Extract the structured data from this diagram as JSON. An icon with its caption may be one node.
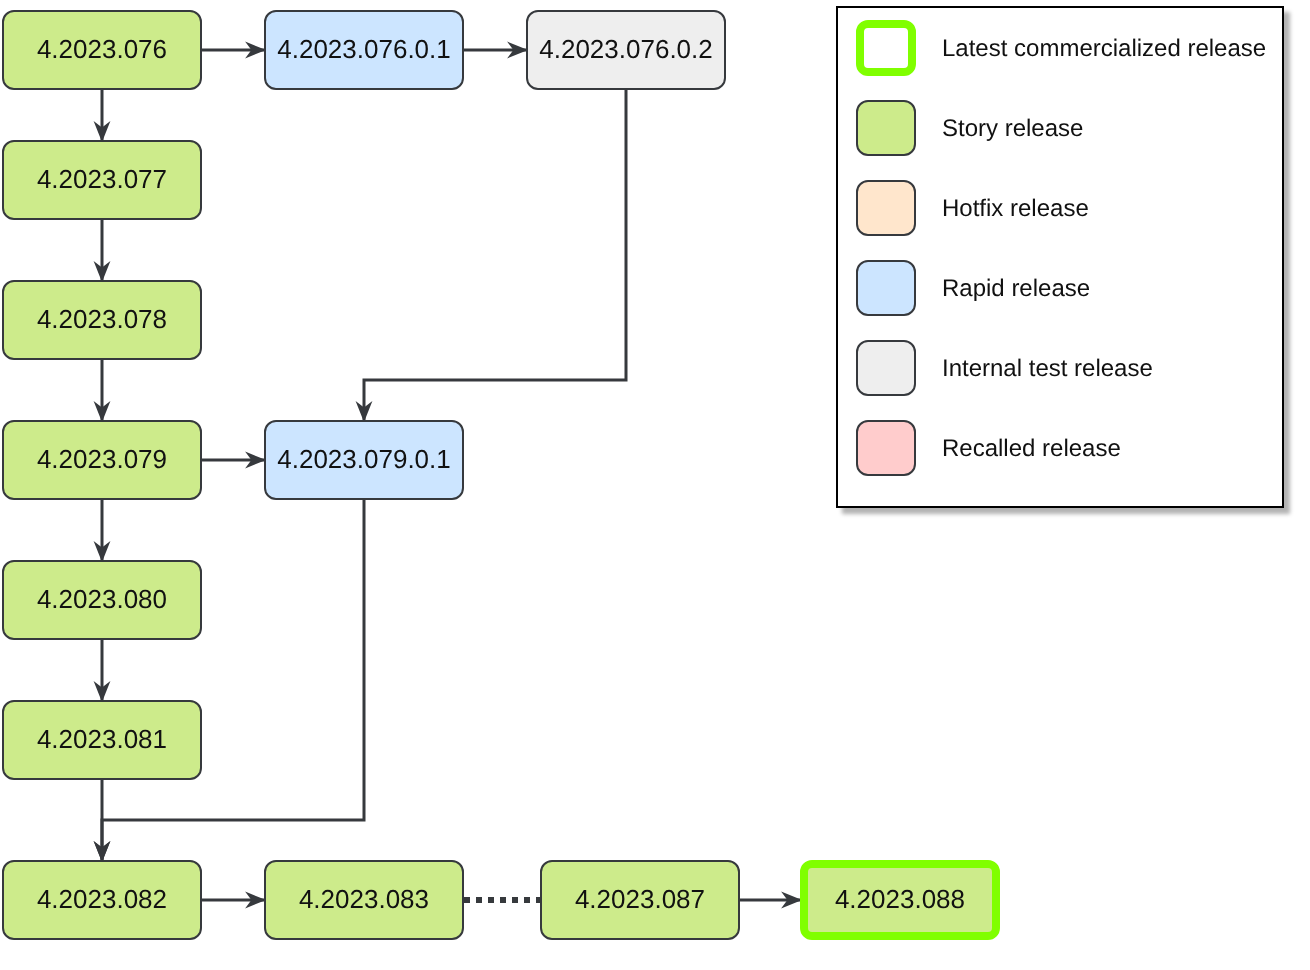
{
  "diagram": {
    "nodes": [
      {
        "text": [
          "4.2023.076"
        ]
      },
      {
        "text": [
          "4.2023.076.0.1"
        ]
      },
      {
        "text": [
          "4.2023.076.0.2"
        ]
      },
      {
        "text": [
          "4.2023.077"
        ]
      },
      {
        "text": [
          "4.2023.078"
        ]
      },
      {
        "text": [
          "4.2023.079"
        ]
      },
      {
        "text": [
          "4.2023.079.0.1"
        ]
      },
      {
        "text": [
          "4.2023.080"
        ]
      },
      {
        "text": [
          "4.2023.081"
        ]
      },
      {
        "text": [
          "4.2023.082"
        ]
      },
      {
        "text": [
          "4.2023.083"
        ]
      },
      {
        "text": [
          "4.2023.087"
        ]
      },
      {
        "text": [
          "4.2023.088"
        ]
      }
    ],
    "edges": [
      {
        "from": 0,
        "to": 1,
        "arrow": "to"
      },
      {
        "from": 1,
        "to": 2,
        "arrow": "to"
      },
      {
        "from": 0,
        "to": 3,
        "arrow": "to"
      },
      {
        "from": 3,
        "to": 4,
        "arrow": "to"
      },
      {
        "from": 4,
        "to": 5,
        "arrow": "to"
      },
      {
        "from": 5,
        "to": 6,
        "arrow": "to"
      },
      {
        "from": 2,
        "to": 6,
        "arrow": "to"
      },
      {
        "from": 5,
        "to": 7,
        "arrow": "to"
      },
      {
        "from": 7,
        "to": 8,
        "arrow": "to"
      },
      {
        "from": 8,
        "to": 9,
        "arrow": "to"
      },
      {
        "from": 6,
        "to": 9,
        "arrow": "to"
      },
      {
        "from": 9,
        "to": 10,
        "arrow": "to"
      },
      {
        "from": 10,
        "to": 11,
        "arrow": "none",
        "style": "dashed"
      },
      {
        "from": 11,
        "to": 12,
        "arrow": "to"
      }
    ],
    "legend": [
      {
        "text": "Latest commercialized release"
      },
      {
        "text": "Story release",
        "color": "#cdeb8b"
      },
      {
        "text": "Hotfix release",
        "color": "#ffe6cc"
      },
      {
        "text": "Rapid release",
        "color": "#cce5ff"
      },
      {
        "text": "Internal test release",
        "color": "#eeeeee"
      },
      {
        "text": "Recalled release",
        "color": "#ffcccc"
      }
    ]
  }
}
